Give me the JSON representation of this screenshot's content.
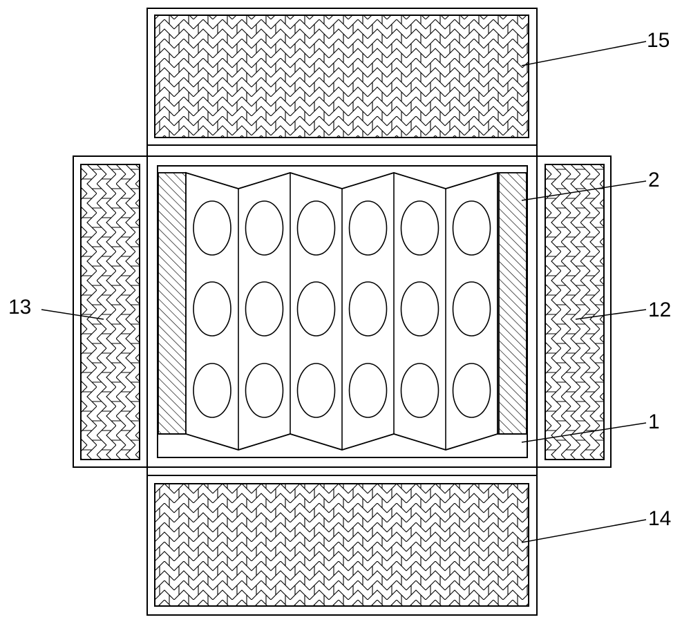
{
  "labels": {
    "part_1": "1",
    "part_2": "2",
    "part_12": "12",
    "part_13": "13",
    "part_14": "14",
    "part_15": "15"
  },
  "folding_panel": {
    "panel_count": 6,
    "holes_per_panel": 3
  },
  "colors": {
    "line": "#000000",
    "background": "#ffffff"
  }
}
